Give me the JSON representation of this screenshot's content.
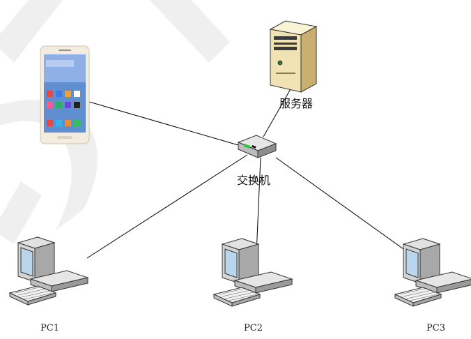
{
  "diagram": {
    "nodes": [
      {
        "id": "server",
        "label": "服务器",
        "icon": "server-tower-icon"
      },
      {
        "id": "phone",
        "label": "",
        "icon": "smartphone-icon"
      },
      {
        "id": "switch",
        "label": "交换机",
        "icon": "network-switch-icon"
      },
      {
        "id": "pc1",
        "label": "PC1",
        "icon": "desktop-computer-icon"
      },
      {
        "id": "pc2",
        "label": "PC2",
        "icon": "desktop-computer-icon"
      },
      {
        "id": "pc3",
        "label": "PC3",
        "icon": "desktop-computer-icon"
      }
    ],
    "edges": [
      {
        "from": "phone",
        "to": "switch"
      },
      {
        "from": "server",
        "to": "switch"
      },
      {
        "from": "pc1",
        "to": "switch"
      },
      {
        "from": "pc2",
        "to": "switch"
      },
      {
        "from": "pc3",
        "to": "switch"
      }
    ],
    "colors": {
      "line": "#000000",
      "watermark": "#eeeeee",
      "server_body": "#f1e2b4",
      "phone_screen": "#5f8fd0",
      "switch_led": "#28c840"
    }
  }
}
